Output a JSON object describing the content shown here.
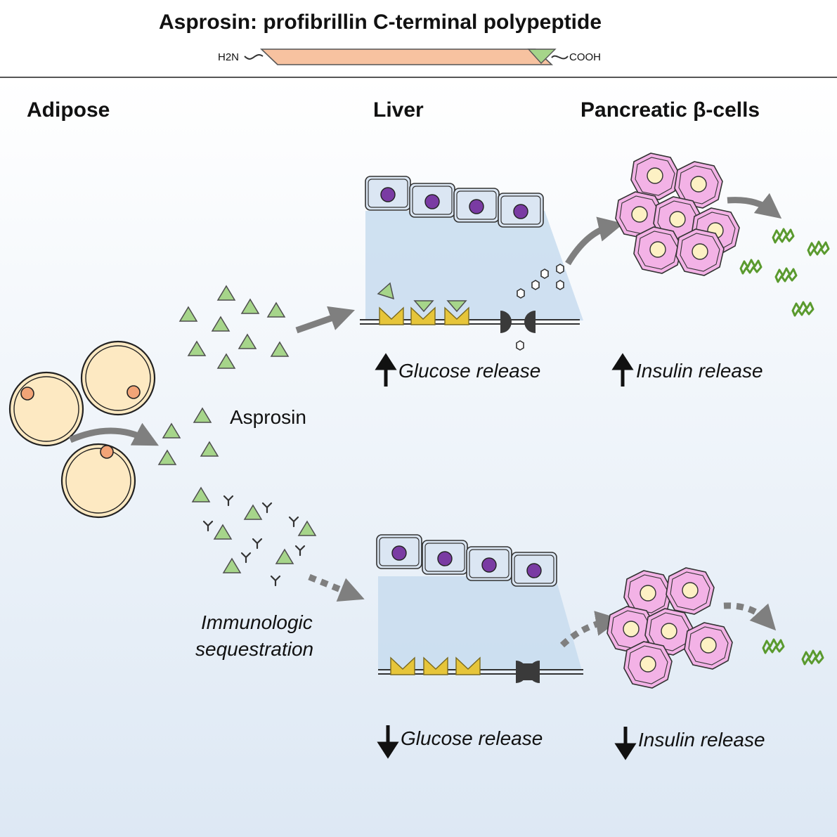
{
  "header": {
    "title": "Asprosin: profibrillin  C-terminal polypeptide",
    "n_terminus": "H2N",
    "c_terminus": "COOH"
  },
  "columns": {
    "adipose": "Adipose",
    "liver": "Liver",
    "pancreas": "Pancreatic β-cells"
  },
  "labels": {
    "asprosin": "Asprosin",
    "sequestration_line1": "Immunologic",
    "sequestration_line2": "sequestration"
  },
  "top_row": {
    "glucose_arrow": "↑",
    "glucose": "Glucose release",
    "insulin_arrow": "↑",
    "insulin": "Insulin release"
  },
  "bottom_row": {
    "glucose_arrow": "↓",
    "glucose": "Glucose release",
    "insulin_arrow": "↓",
    "insulin": "Insulin release"
  },
  "colors": {
    "asprosin_triangle": "#a6d58a",
    "adipocyte": "#fde9c2",
    "adipocyte_nucleus": "#f2a477",
    "hepatocyte": "#dbe6f3",
    "hepatocyte_nucleus": "#7a3ba3",
    "beta_cell": "#f3b2e6",
    "beta_nucleus": "#fdf1c4",
    "insulin": "#5a9a2e",
    "receptor": "#e6c53a",
    "polypeptide_bar": "#f7c2a0",
    "arrow_gray": "#7f7f7f",
    "projection_blue": "#c8dcef"
  }
}
